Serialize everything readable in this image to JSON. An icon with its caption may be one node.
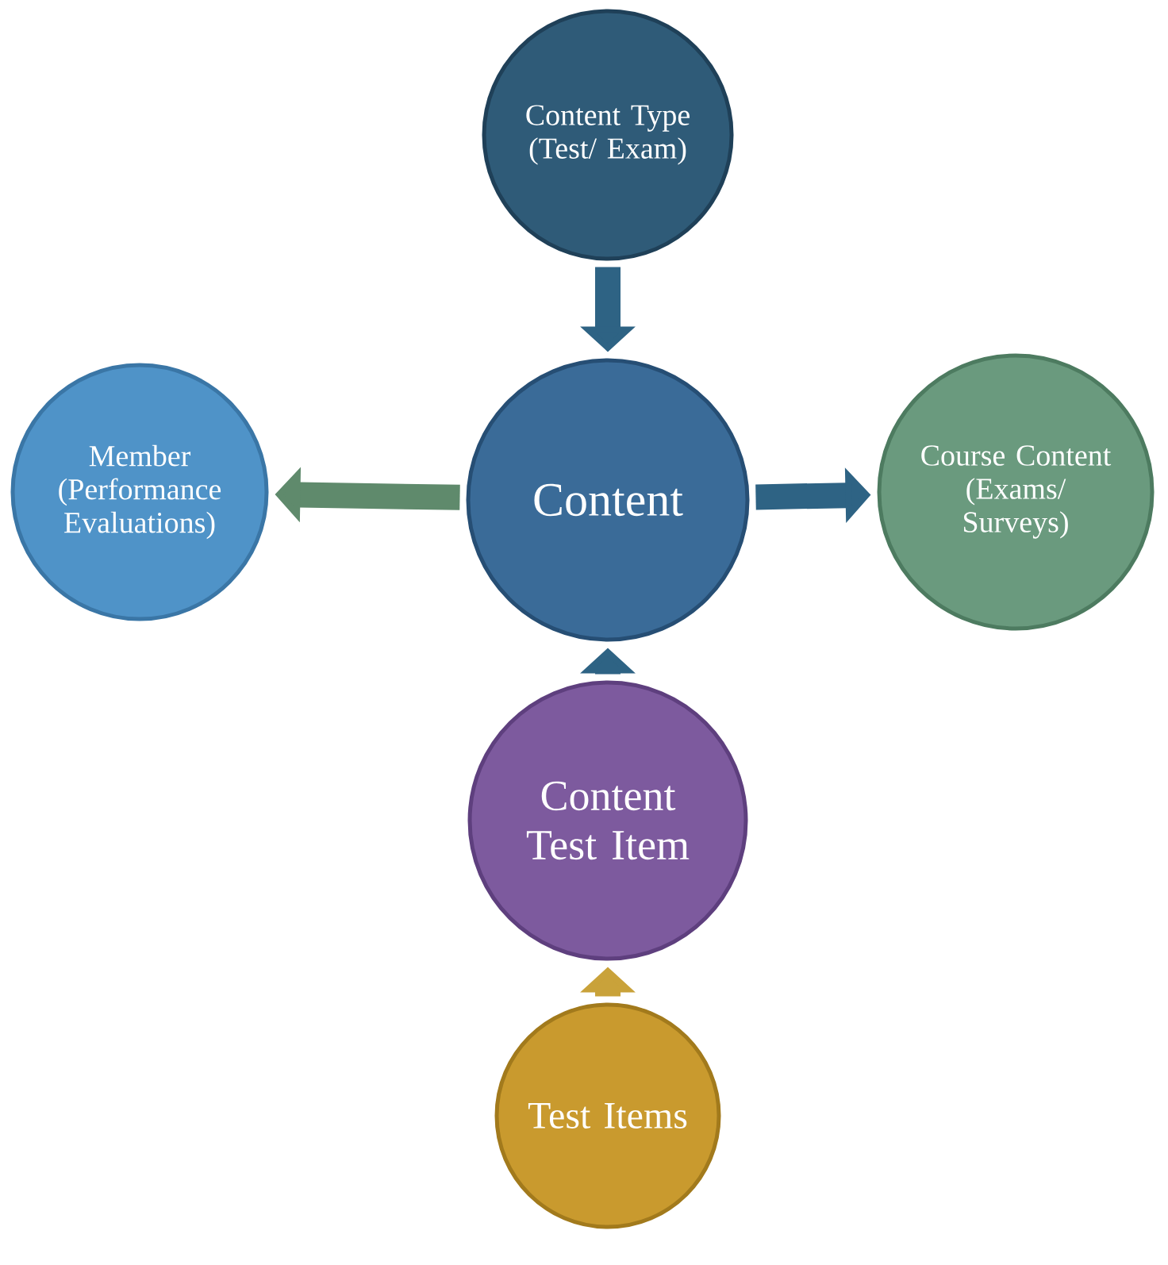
{
  "diagram": {
    "nodes": [
      {
        "text": [
          "Content Type (Test/ Exam)"
        ]
      },
      {
        "text": [
          "Member (Performance Evaluations)"
        ]
      },
      {
        "text": [
          "Content"
        ]
      },
      {
        "text": [
          "Course Content (Exams/ Surveys)"
        ]
      },
      {
        "text": [
          "Content Test Item"
        ]
      },
      {
        "text": [
          "Test Items"
        ]
      }
    ],
    "edges": [
      {
        "from": 0,
        "to": 2,
        "arrow": "to"
      },
      {
        "from": 2,
        "to": 1,
        "arrow": "to",
        "color": "#5f8a6c"
      },
      {
        "from": 2,
        "to": 3,
        "arrow": "to"
      },
      {
        "from": 4,
        "to": 2,
        "arrow": "to"
      },
      {
        "from": 5,
        "to": 4,
        "arrow": "to",
        "color": "#c9a23a"
      }
    ]
  }
}
